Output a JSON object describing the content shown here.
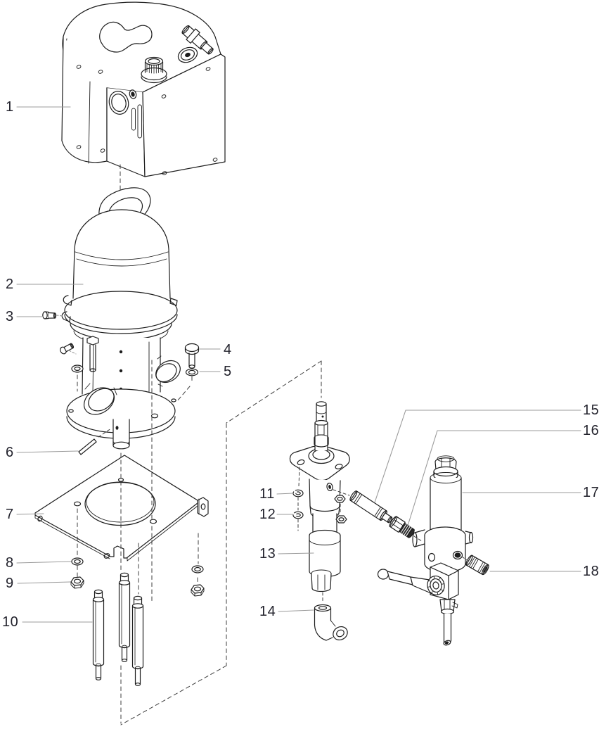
{
  "diagram": {
    "callouts": [
      {
        "label": "1"
      },
      {
        "label": "2"
      },
      {
        "label": "3"
      },
      {
        "label": "4"
      },
      {
        "label": "5"
      },
      {
        "label": "6"
      },
      {
        "label": "7"
      },
      {
        "label": "8"
      },
      {
        "label": "9"
      },
      {
        "label": "10"
      },
      {
        "label": "11"
      },
      {
        "label": "12"
      },
      {
        "label": "13"
      },
      {
        "label": "14"
      },
      {
        "label": "15"
      },
      {
        "label": "16"
      },
      {
        "label": "17"
      },
      {
        "label": "18"
      }
    ],
    "colors": {
      "line": "#1d1d1d",
      "leader": "#9b9b9b",
      "dash": "#3c3c3c",
      "label": "#23232d",
      "background": "#ffffff"
    }
  }
}
